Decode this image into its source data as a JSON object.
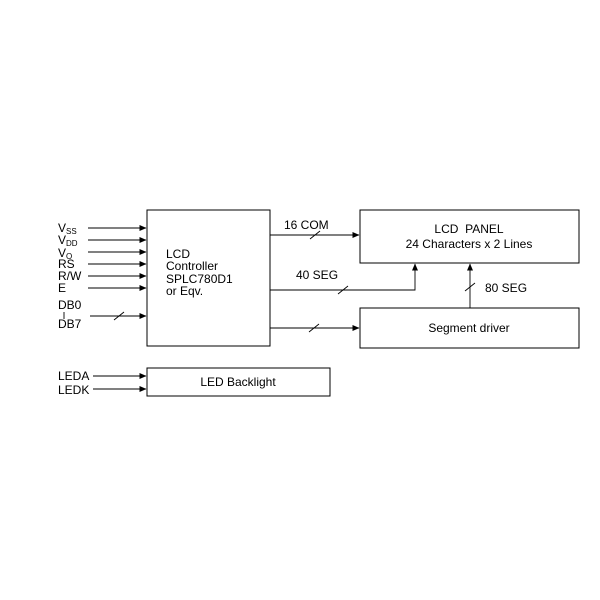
{
  "pins": {
    "vss": {
      "main": "V",
      "sub": "SS"
    },
    "vdd": {
      "main": "V",
      "sub": "DD"
    },
    "vo": {
      "main": "V",
      "sub": "O"
    },
    "rs": "RS",
    "rw": "R/W",
    "e": "E",
    "db0": "DB0",
    "db7": "DB7",
    "leda": "LEDA",
    "ledk": "LEDK"
  },
  "controller": {
    "line1": "LCD",
    "line2": "Controller",
    "line3": "SPLC780D1",
    "line4": "or Eqv."
  },
  "panel": {
    "line1": "LCD  PANEL",
    "line2": "24 Characters x 2 Lines"
  },
  "segment_driver": "Segment driver",
  "backlight": "LED Backlight",
  "buses": {
    "com": "16 COM",
    "seg40": "40 SEG",
    "seg80": "80 SEG"
  }
}
